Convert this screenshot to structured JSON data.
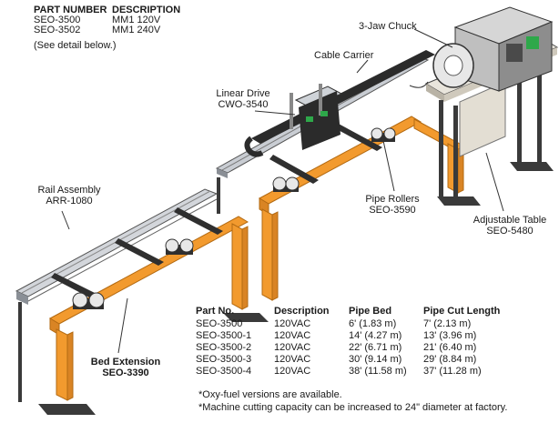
{
  "part_list": {
    "header_part": "PART NUMBER",
    "header_desc": "DESCRIPTION",
    "rows": [
      {
        "part": "SEO-3500",
        "desc": "MM1 120V"
      },
      {
        "part": "SEO-3502",
        "desc": "MM1 240V"
      }
    ],
    "see_detail": "(See detail below.)"
  },
  "callouts": {
    "chuck": "3-Jaw Chuck",
    "cable_carrier": "Cable Carrier",
    "linear_drive_title": "Linear Drive",
    "linear_drive_part": "CWO-3540",
    "rail_title": "Rail Assembly",
    "rail_part": "ARR-1080",
    "pipe_rollers_title": "Pipe Rollers",
    "pipe_rollers_part": "SEO-3590",
    "table_title": "Adjustable Table",
    "table_part": "SEO-5480",
    "bed_ext_title": "Bed Extension",
    "bed_ext_part": "SEO-3390"
  },
  "spec_table": {
    "headers": [
      "Part No.",
      "Description",
      "Pipe Bed",
      "Pipe Cut Length"
    ],
    "rows": [
      [
        "SEO-3500",
        "120VAC",
        "6' (1.83 m)",
        "7' (2.13 m)"
      ],
      [
        "SEO-3500-1",
        "120VAC",
        "14' (4.27 m)",
        "13' (3.96 m)"
      ],
      [
        "SEO-3500-2",
        "120VAC",
        "22' (6.71 m)",
        "21' (6.40 m)"
      ],
      [
        "SEO-3500-3",
        "120VAC",
        "30' (9.14 m)",
        "29' (8.84 m)"
      ],
      [
        "SEO-3500-4",
        "120VAC",
        "38' (11.58 m)",
        "37' (11.28 m)"
      ]
    ]
  },
  "notes": [
    "*Oxy-fuel versions are available.",
    "*Machine cutting capacity can be increased to 24\" diameter at factory."
  ],
  "colors": {
    "frame_orange": "#F29A2E",
    "rail_grey": "#C9CDD3",
    "dark": "#2a2a2a"
  }
}
